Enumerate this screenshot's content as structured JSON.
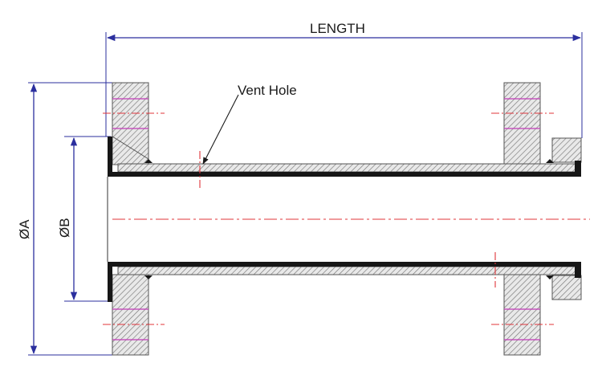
{
  "labels": {
    "length": "LENGTH",
    "dia_a": "ØA",
    "dia_b": "ØB",
    "vent_hole": "Vent Hole"
  },
  "colors": {
    "dimension": "#2b2f9e",
    "centerline": "#e0343a",
    "bolt": "#c23bb8",
    "liner": "#161616"
  }
}
